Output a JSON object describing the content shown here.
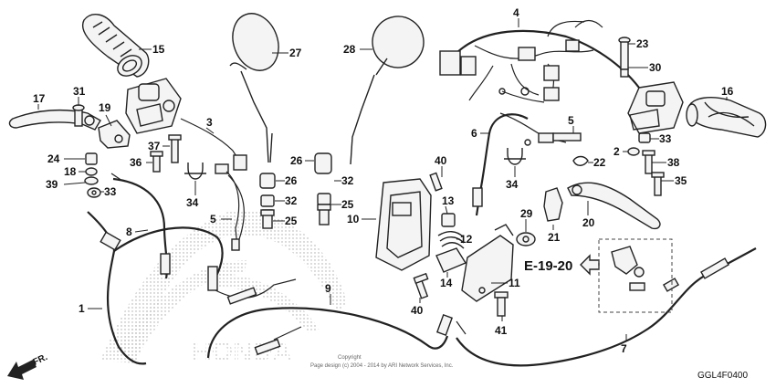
{
  "diagram": {
    "code": "GGL4F0400",
    "copyright_line1": "Copyright",
    "copyright_line2": "Page design (c) 2004 - 2014 by ARI Network Services, Inc.",
    "reference": "E-19-20",
    "front_label": "FR.",
    "watermark": "HONDA"
  },
  "callouts": [
    {
      "id": "c1",
      "label": "1"
    },
    {
      "id": "c2",
      "label": "2"
    },
    {
      "id": "c3",
      "label": "3"
    },
    {
      "id": "c4",
      "label": "4"
    },
    {
      "id": "c5a",
      "label": "5"
    },
    {
      "id": "c5b",
      "label": "5"
    },
    {
      "id": "c6",
      "label": "6"
    },
    {
      "id": "c7",
      "label": "7"
    },
    {
      "id": "c8",
      "label": "8"
    },
    {
      "id": "c9",
      "label": "9"
    },
    {
      "id": "c10",
      "label": "10"
    },
    {
      "id": "c11",
      "label": "11"
    },
    {
      "id": "c12",
      "label": "12"
    },
    {
      "id": "c13",
      "label": "13"
    },
    {
      "id": "c14",
      "label": "14"
    },
    {
      "id": "c15",
      "label": "15"
    },
    {
      "id": "c16",
      "label": "16"
    },
    {
      "id": "c17",
      "label": "17"
    },
    {
      "id": "c18",
      "label": "18"
    },
    {
      "id": "c19",
      "label": "19"
    },
    {
      "id": "c20",
      "label": "20"
    },
    {
      "id": "c21",
      "label": "21"
    },
    {
      "id": "c22",
      "label": "22"
    },
    {
      "id": "c23",
      "label": "23"
    },
    {
      "id": "c24",
      "label": "24"
    },
    {
      "id": "c25a",
      "label": "25"
    },
    {
      "id": "c25b",
      "label": "25"
    },
    {
      "id": "c26a",
      "label": "26"
    },
    {
      "id": "c26b",
      "label": "26"
    },
    {
      "id": "c27",
      "label": "27"
    },
    {
      "id": "c28",
      "label": "28"
    },
    {
      "id": "c29",
      "label": "29"
    },
    {
      "id": "c30",
      "label": "30"
    },
    {
      "id": "c31",
      "label": "31"
    },
    {
      "id": "c32a",
      "label": "32"
    },
    {
      "id": "c32b",
      "label": "32"
    },
    {
      "id": "c33a",
      "label": "33"
    },
    {
      "id": "c33b",
      "label": "33"
    },
    {
      "id": "c34a",
      "label": "34"
    },
    {
      "id": "c34b",
      "label": "34"
    },
    {
      "id": "c35",
      "label": "35"
    },
    {
      "id": "c36",
      "label": "36"
    },
    {
      "id": "c37",
      "label": "37"
    },
    {
      "id": "c38",
      "label": "38"
    },
    {
      "id": "c39",
      "label": "39"
    },
    {
      "id": "c40a",
      "label": "40"
    },
    {
      "id": "c40b",
      "label": "40"
    },
    {
      "id": "c41",
      "label": "41"
    }
  ]
}
